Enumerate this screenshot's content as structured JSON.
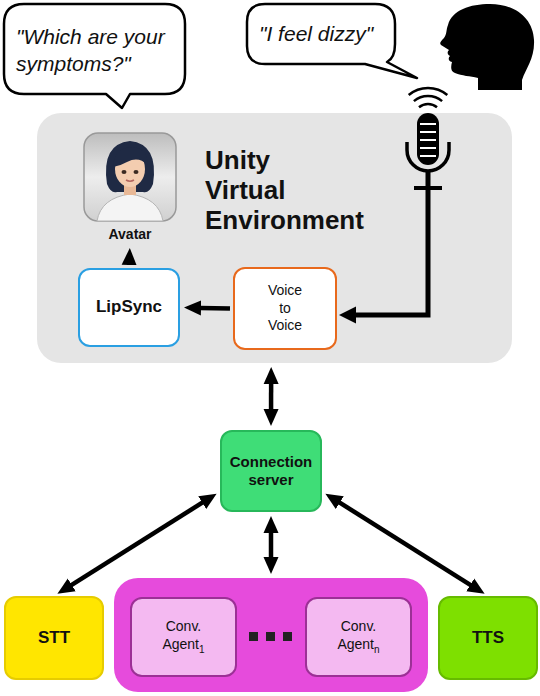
{
  "diagram": {
    "nodes": [
      {
        "text": [
          "\"Which are your symptoms?\""
        ]
      },
      {
        "text": [
          "\"I feel dizzy\""
        ]
      },
      {
        "text": [
          "Unity Virtual Environment"
        ]
      },
      {
        "text": [
          "Avatar"
        ],
        "in": 2
      },
      {
        "text": [
          "LipSync"
        ],
        "in": 2
      },
      {
        "text": [
          "Voice to Voice"
        ],
        "in": 2
      },
      {
        "text": [
          "Connection server"
        ]
      },
      {
        "text": [
          "STT"
        ]
      },
      {
        "text": []
      },
      {
        "text": [
          "Conv. Agent",
          "1"
        ],
        "in": 8
      },
      {
        "text": [
          "Conv. Agent",
          "n"
        ],
        "in": 8
      },
      {
        "text": [
          "TTS"
        ]
      }
    ],
    "edges": [
      {
        "from": 5,
        "to": 4,
        "arrow": "to"
      },
      {
        "from": 4,
        "to": 3,
        "arrow": "to"
      },
      {
        "from": 2,
        "to": 6,
        "arrow": "both"
      },
      {
        "from": 6,
        "to": 7,
        "arrow": "both"
      },
      {
        "from": 6,
        "to": 8,
        "arrow": "both"
      },
      {
        "from": 6,
        "to": 11,
        "arrow": "both"
      }
    ]
  }
}
